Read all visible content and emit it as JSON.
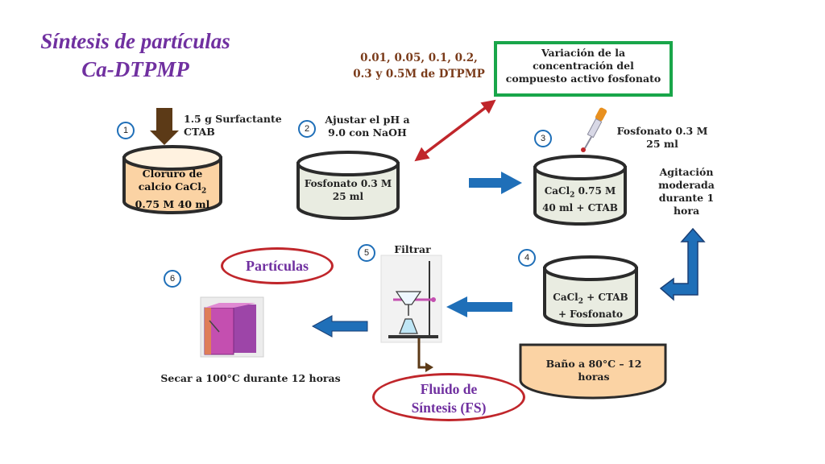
{
  "title": {
    "line1": "Síntesis de partículas",
    "line2": "Ca-DTPMP"
  },
  "concentrations": {
    "line1": "0.01, 0.05, 0.1, 0.2,",
    "line2": "0.3 y 0.5M de DTPMP"
  },
  "variation_box": {
    "line1": "Variación de la",
    "line2": "concentración del",
    "line3": "compuesto activo fosfonato"
  },
  "steps": {
    "s1": {
      "number": "1",
      "reagent_line1": "1.5 g Surfactante",
      "reagent_line2": "CTAB",
      "container_line1": "Cloruro de",
      "container_line2_main": "calcio CaCl",
      "container_line2_sub": "2",
      "container_line3": "0.75 M 40 ml"
    },
    "s2": {
      "number": "2",
      "note_line1": "Ajustar el pH a",
      "note_line2": "9.0 con NaOH",
      "container_line1": "Fosfonato 0.3 M",
      "container_line2": "25 ml"
    },
    "s3": {
      "number": "3",
      "dropper_line1": "Fosfonato  0.3 M",
      "dropper_line2": "25 ml",
      "container_line1_main": "CaCl",
      "container_line1_sub": "2",
      "container_line1_rest": " 0.75 M",
      "container_line2": "40 ml + CTAB",
      "stir_line1": "Agitación",
      "stir_line2": "moderada",
      "stir_line3": "durante 1",
      "stir_line4": "hora"
    },
    "s4": {
      "number": "4",
      "container_line1_main": "CaCl",
      "container_line1_sub": "2",
      "container_line1_rest": " + CTAB",
      "container_line2": "+ Fosfonato",
      "bath_line1": "Baño a 80°C – 12",
      "bath_line2": "horas"
    },
    "s5": {
      "number": "5",
      "label": "Filtrar"
    },
    "s6": {
      "number": "6",
      "label": "Secar a 100°C durante 12 horas"
    }
  },
  "ellipses": {
    "particles": "Partículas",
    "fluid_line1": "Fluido de",
    "fluid_line2": "Síntesis (FS)"
  },
  "colors": {
    "title": "#7030a0",
    "concentration_text": "#7a3b1a",
    "blue_arrow": "#1f6fb8",
    "red_arrow": "#c0262b",
    "green_border": "#19a64a",
    "orange_fill": "#fbd3a4",
    "container_fill": "#e9ece1",
    "brown_arrow": "#5c3a17",
    "oven_magenta": "#c44fb0"
  }
}
